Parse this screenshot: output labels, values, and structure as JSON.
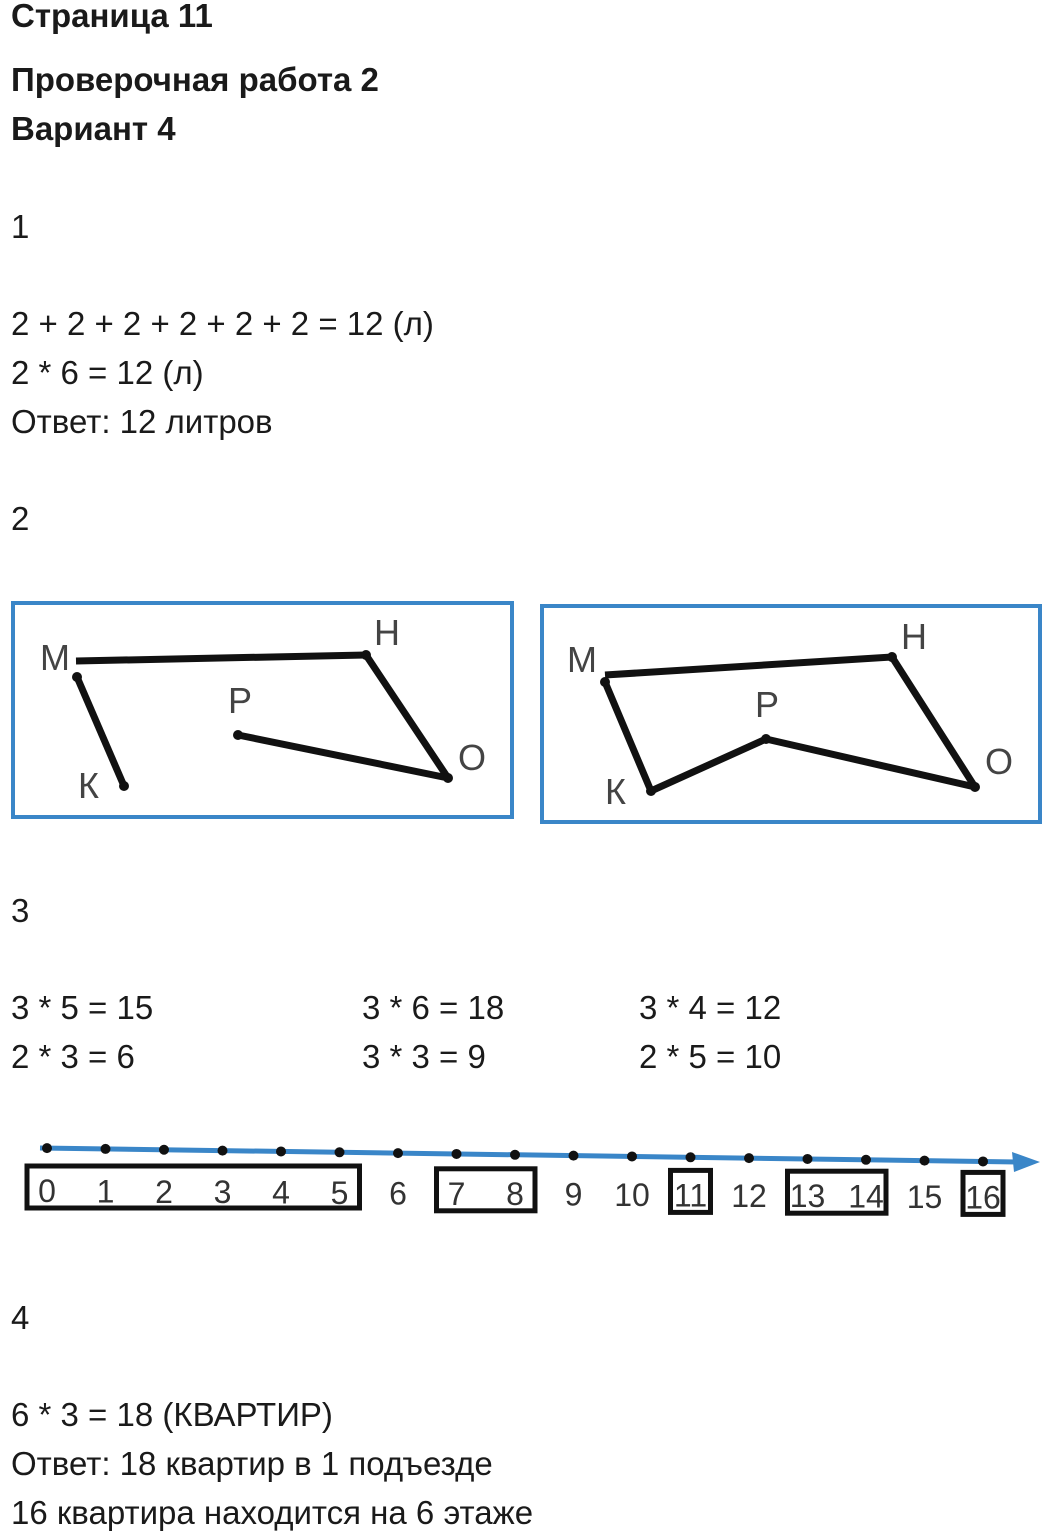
{
  "header": {
    "page": "Страница 11",
    "test": "Проверочная работа 2",
    "variant": "Вариант 4"
  },
  "task1": {
    "number": "1",
    "lines": [
      "2 + 2 + 2 + 2 + 2 + 2 = 12 (л)",
      "2 * 6 = 12 (л)",
      "Ответ: 12 литров"
    ]
  },
  "task2": {
    "number": "2",
    "labels": {
      "M": "М",
      "H": "Н",
      "P": "Р",
      "O": "О",
      "K": "К"
    }
  },
  "task3": {
    "number": "3",
    "equations": [
      [
        "3 * 5 = 15",
        "3 * 6 = 18",
        "3 * 4 = 12"
      ],
      [
        "2 * 3 = 6",
        "3 * 3 = 9",
        "2 * 5 = 10"
      ]
    ],
    "number_line": [
      "0",
      "1",
      "2",
      "3",
      "4",
      "5",
      "6",
      "7",
      "8",
      "9",
      "10",
      "11",
      "12",
      "13",
      "14",
      "15",
      "16"
    ],
    "boxed": [
      [
        0,
        5
      ],
      [
        7,
        8
      ],
      [
        11,
        11
      ],
      [
        13,
        14
      ],
      [
        16,
        16
      ]
    ],
    "line_color": "#3a86c8"
  },
  "task4": {
    "number": "4",
    "lines": [
      "6 * 3 = 18 (КВАРТИР)",
      "Ответ: 18 квартир в 1 подъезде",
      "16 квартира находится на 6 этаже"
    ]
  },
  "figure_colors": {
    "frame": "#3a86c8"
  }
}
